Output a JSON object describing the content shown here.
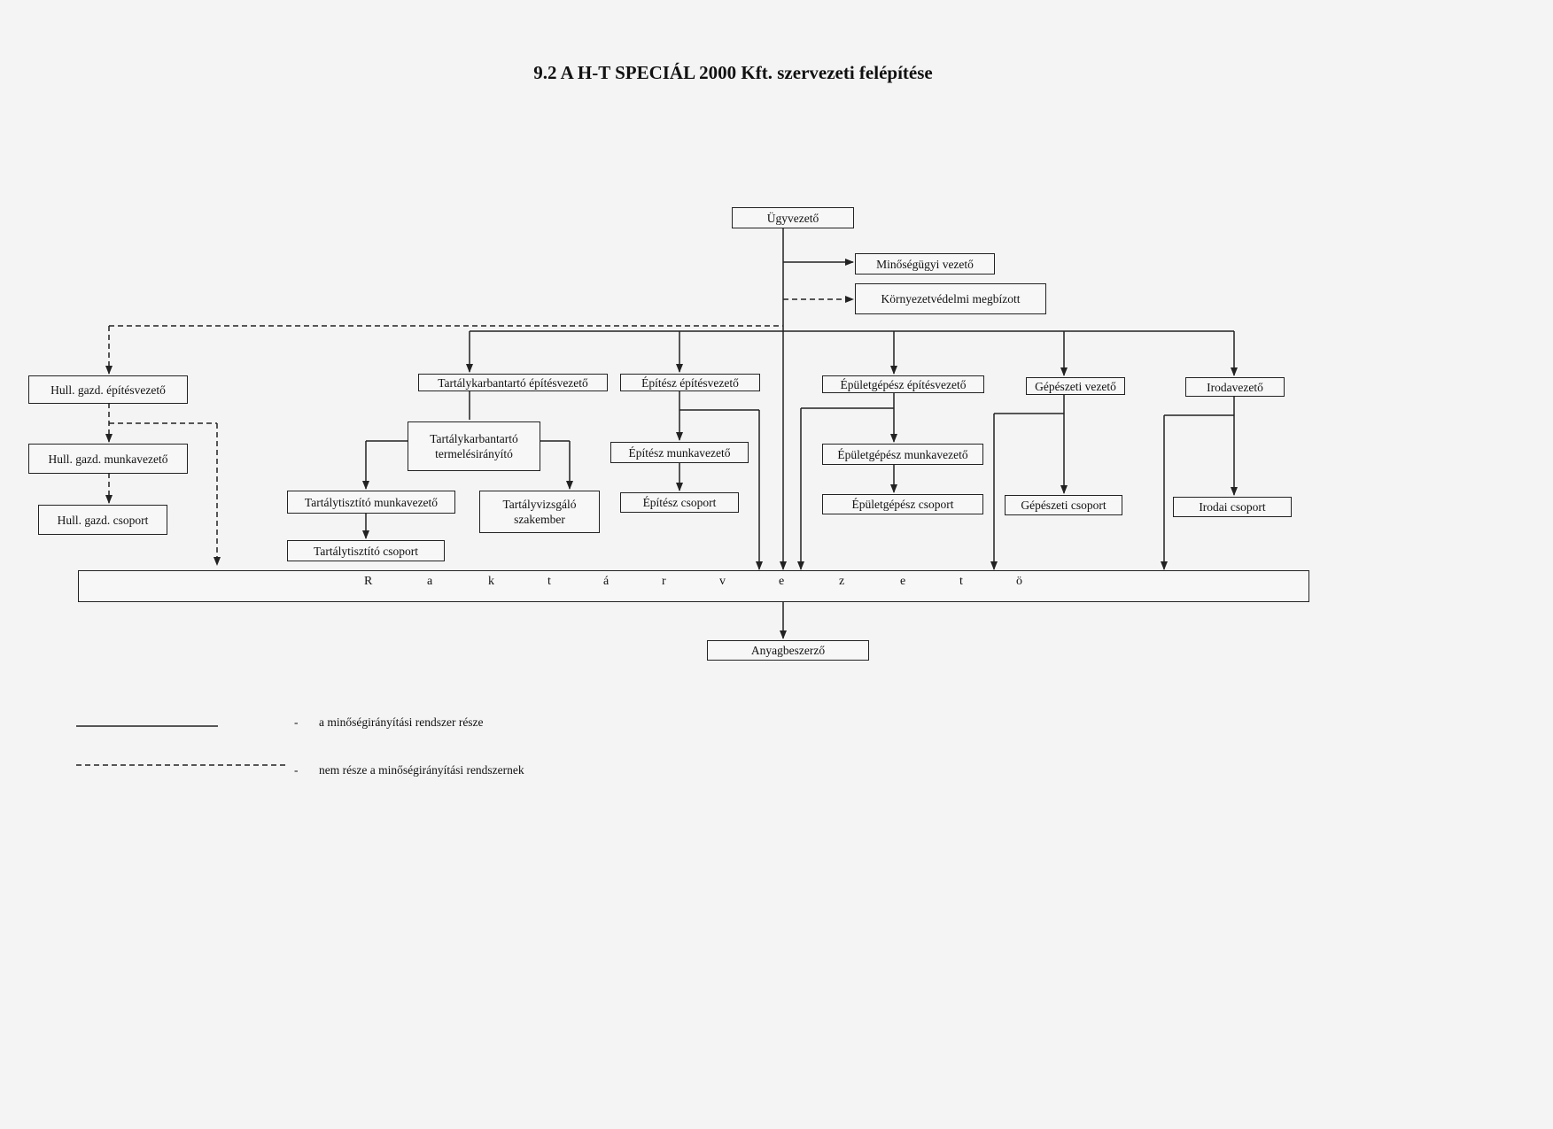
{
  "title": "9.2 A H-T SPECIÁL 2000 Kft. szervezeti felépítése",
  "boxes": {
    "ugyvezeto": "Ügyvezető",
    "minosegugyi": "Minőségügyi vezető",
    "kornyezetvedelmi": "Környezetvédelmi megbízott",
    "hull_epitesvezeto": "Hull. gazd. építésvezető",
    "hull_munkavezeto": "Hull. gazd. munkavezető",
    "hull_csoport": "Hull. gazd. csoport",
    "tart_epitesvezeto": "Tartálykarbantartó építésvezető",
    "tart_termeles": "Tartálykarbantartó termelésirányító",
    "tart_tisztito_munkavezeto": "Tartálytisztító munkavezető",
    "tart_tisztito_csoport": "Tartálytisztító csoport",
    "tart_vizsgalo": "Tartályvizsgáló szakember",
    "epitesz_epitesvezeto": "Építész építésvezető",
    "epitesz_munkavezeto": "Építész munkavezető",
    "epitesz_csoport": "Építész csoport",
    "epulet_epitesvezeto": "Épületgépész építésvezető",
    "epulet_munkavezeto": "Épületgépész munkavezető",
    "epulet_csoport": "Épületgépész csoport",
    "gepeszeti_vezeto": "Gépészeti vezető",
    "gepeszeti_csoport": "Gépészeti csoport",
    "irodavezeto": "Irodavezető",
    "irodai_csoport": "Irodai csoport",
    "anyagbeszerzo": "Anyagbeszerző"
  },
  "raktarvezeto_letters": [
    "R",
    "a",
    "k",
    "t",
    "á",
    "r",
    "v",
    "e",
    "z",
    "e",
    "t",
    "ö"
  ],
  "legend": {
    "solid_dash": "-",
    "solid_text": "a minőségirányítási rendszer része",
    "dashed_dash": "-",
    "dashed_text": "nem része a minőségirányítási rendszernek"
  }
}
